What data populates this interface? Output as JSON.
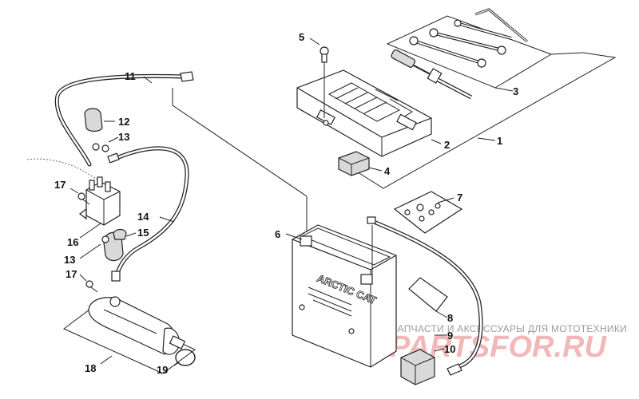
{
  "callouts": {
    "c1": "1",
    "c2": "2",
    "c3": "3",
    "c4": "4",
    "c5": "5",
    "c6": "6",
    "c7": "7",
    "c8": "8",
    "c9": "9",
    "c10": "10",
    "c11": "11",
    "c12": "12",
    "c13a": "13",
    "c13b": "13",
    "c14": "14",
    "c15": "15",
    "c16": "16",
    "c17a": "17",
    "c17b": "17",
    "c18": "18",
    "c19": "19"
  },
  "battery": {
    "brand": "ARCTIC CAT"
  },
  "watermark": {
    "tagline": "ЗАПЧАСТИ И АКСЕССУАРЫ ДЛЯ МОТОТЕХНИКИ",
    "logo": "PARTSFOR.RU"
  },
  "colors": {
    "line": "#222222",
    "watermark_text": "#9a9a9a",
    "watermark_logo": "#f2b8b8"
  }
}
